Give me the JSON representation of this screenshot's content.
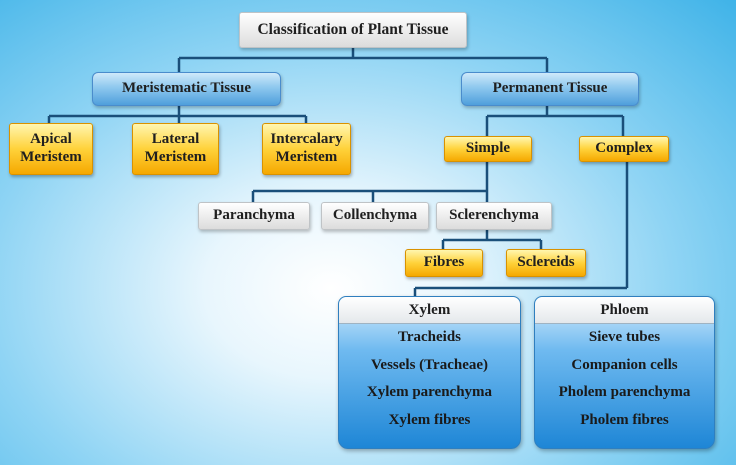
{
  "title": "Classification of Plant Tissue",
  "meristematic": {
    "label": "Meristematic Tissue",
    "children": [
      "Apical Meristem",
      "Lateral Meristem",
      "Intercalary Meristem"
    ]
  },
  "permanent": {
    "label": "Permanent Tissue",
    "simple": {
      "label": "Simple",
      "children": [
        "Paranchyma",
        "Collenchyma",
        "Sclerenchyma"
      ],
      "sclerenchyma_children": [
        "Fibres",
        "Sclereids"
      ]
    },
    "complex": {
      "label": "Complex",
      "xylem": {
        "label": "Xylem",
        "items": [
          "Tracheids",
          "Vessels (Tracheae)",
          "Xylem parenchyma",
          "Xylem fibres"
        ]
      },
      "phloem": {
        "label": "Phloem",
        "items": [
          "Sieve tubes",
          "Companion cells",
          "Pholem parenchyma",
          "Pholem fibres"
        ]
      }
    }
  },
  "colors": {
    "line": "#1a4f7a",
    "grey_box": "#e6e6e6",
    "blue_box": "#79b8e8",
    "yellow_box": "#ffc51a",
    "panel": "#2f8fdd"
  }
}
